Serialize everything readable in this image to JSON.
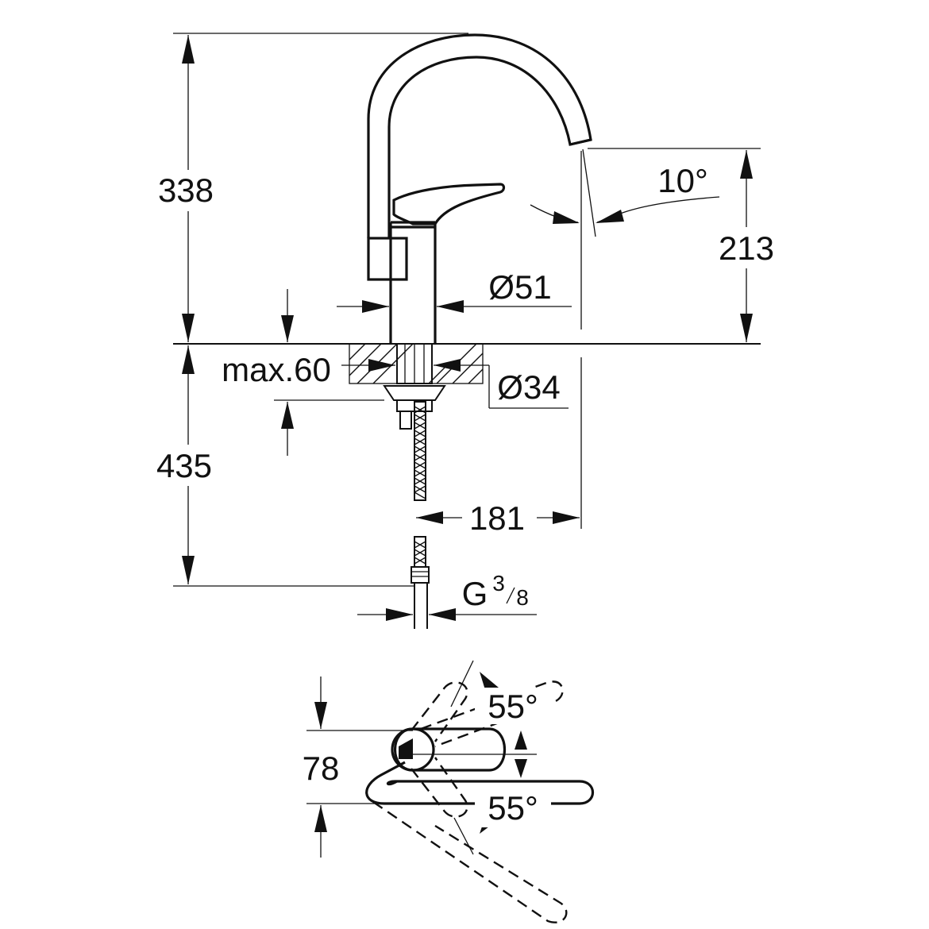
{
  "dimensions": {
    "height_above_deck": "338",
    "spout_height": "213",
    "spout_angle": "10°",
    "body_diameter": "Ø51",
    "max_deck_thickness": "max.60",
    "hole_diameter": "Ø34",
    "depth_below_deck": "435",
    "spout_reach": "181",
    "connection_thread": "G",
    "connection_num": "3",
    "connection_den": "8",
    "lever_angle_up": "55°",
    "lever_angle_down": "55°",
    "plan_width": "78"
  }
}
